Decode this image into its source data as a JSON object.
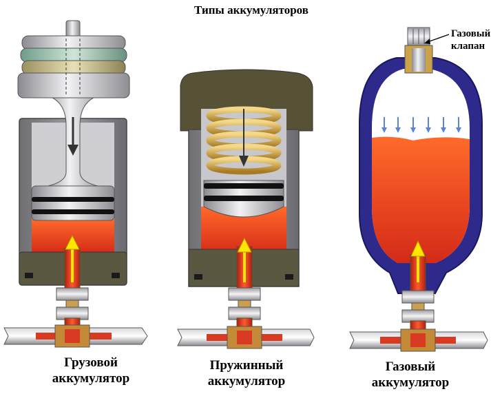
{
  "title": "Типы аккумуляторов",
  "gas_valve_label_line1": "Газовый",
  "gas_valve_label_line2": "клапан",
  "accumulators": [
    {
      "line1": "Грузовой",
      "line2": "аккумулятор"
    },
    {
      "line1": "Пружинный",
      "line2": "аккумулятор"
    },
    {
      "line1": "Газовый",
      "line2": "аккумулятор"
    }
  ],
  "colors": {
    "fluid": "#e0321e",
    "body_gray": "#7d7d82",
    "dark_olive": "#4f4a34",
    "spring": "#c9a245",
    "gas_shell": "#2e2a8c",
    "arrow_yellow": "#ffe600"
  }
}
